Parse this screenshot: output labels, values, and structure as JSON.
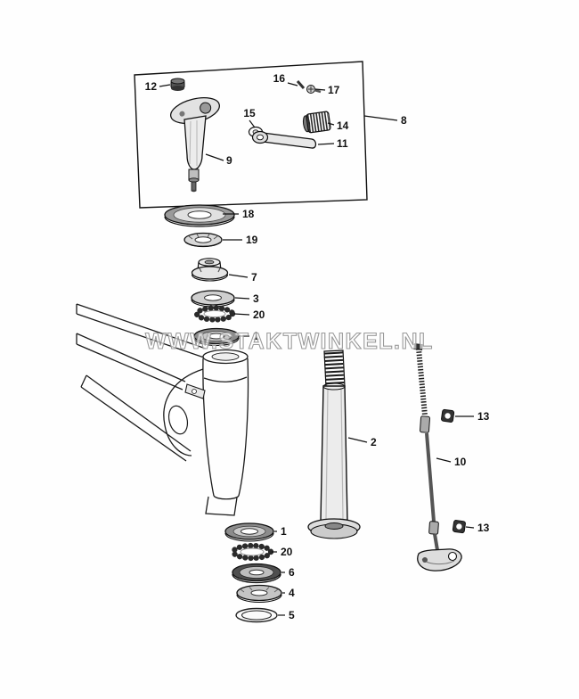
{
  "diagram": {
    "watermark": "WWW.STAKTWINKEL.NL",
    "labels": {
      "n1": "1",
      "n2": "2",
      "n3": "3",
      "n4": "4",
      "n5": "5",
      "n6": "6",
      "n7": "7",
      "n8": "8",
      "n9": "9",
      "n10": "10",
      "n11": "11",
      "n12": "12",
      "n13": "13",
      "n14": "14",
      "n15": "15",
      "n16": "16",
      "n17": "17",
      "n18": "18",
      "n19": "19",
      "n20": "20"
    }
  }
}
